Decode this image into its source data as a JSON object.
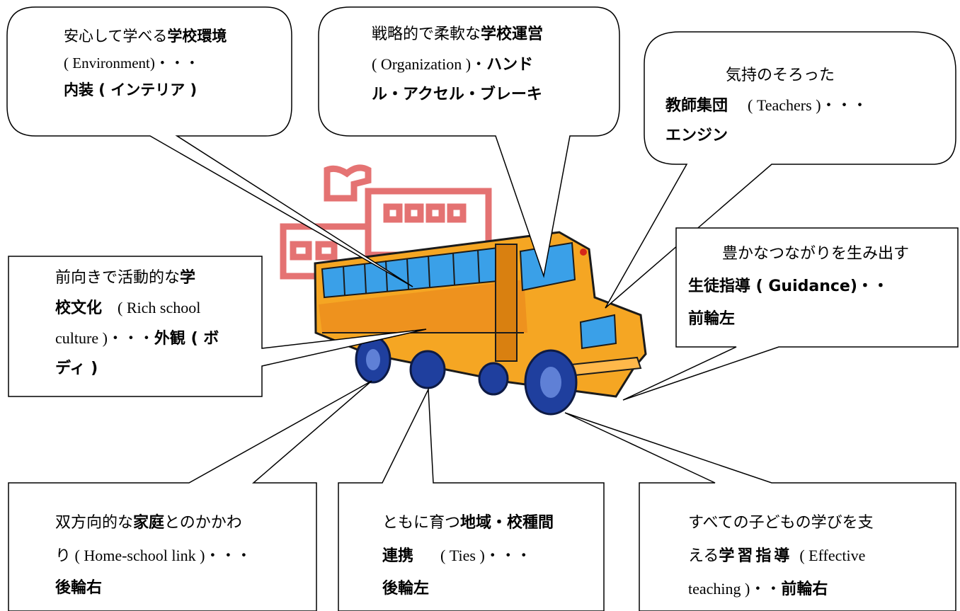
{
  "callouts": {
    "environment": {
      "line1": "安心して学べる",
      "line1_bold": "学校環境",
      "line2": "( Environment)・・・",
      "line3_bold": "内装 ( インテリア )"
    },
    "organization": {
      "line1": "戦略的で柔軟な",
      "line1_bold": "学校運営",
      "line2": "( Organization )・",
      "line2_bold": "ハンド",
      "line3_bold": "ル・アクセル・ブレーキ"
    },
    "teachers": {
      "line1": "気持のそろった",
      "line2_bold": "教師集団",
      "line2": "( Teachers )・・・",
      "line3_bold": "エンジン"
    },
    "culture": {
      "line1": "前向きで活動的な",
      "line1_bold": "学",
      "line2_bold": "校文化",
      "line2": "( Rich school",
      "line3": "culture )・・・",
      "line3_bold": "外観 ( ボ",
      "line4_bold": "ディ )"
    },
    "guidance": {
      "line1": "豊かなつながりを生み出す",
      "line2_bold": "生徒指導 ( Guidance)・・",
      "line3_bold": "前輪左"
    },
    "home": {
      "line1": "双方向的な",
      "line1_bold": "家庭",
      "line1_tail": "とのかかわ",
      "line2": "り ( Home-school link )・・・",
      "line3_bold": "後輪右"
    },
    "ties": {
      "line1": "ともに育つ",
      "line1_bold": "地域・校種間",
      "line2_bold": "連携",
      "line2": "( Ties )・・・",
      "line3_bold": "後輪左"
    },
    "teaching": {
      "line1": "すべての子どもの学びを支",
      "line2": "える",
      "line2_bold": "学習指導",
      "line2_tail": "( Effective",
      "line3": "teaching )・・",
      "line3_bold": "前輪右"
    }
  },
  "colors": {
    "bus_body": "#f5a623",
    "bus_dark": "#c8700e",
    "window": "#3aa0e8",
    "wheel": "#1f3f9e",
    "school_outline": "#e05a5a"
  }
}
